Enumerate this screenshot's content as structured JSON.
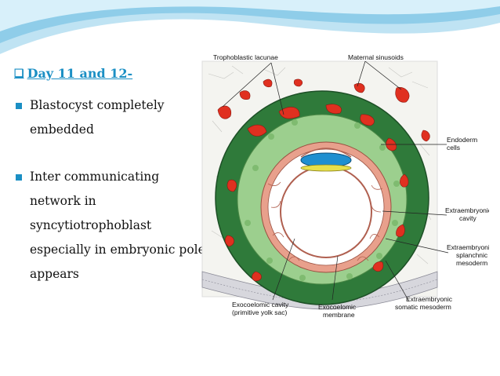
{
  "slide": {
    "heading_marker": "❑",
    "heading": "Day 11 and 12-",
    "bullets": [
      {
        "text": "Blastocyst completely embedded"
      },
      {
        "text": "Inter communicating network in syncytiotrophoblast especially in embryonic pole appears"
      }
    ]
  },
  "diagram": {
    "labels": {
      "trophoblastic_lacunae": "Trophoblastic lacunae",
      "maternal_sinusoids": "Maternal sinusoids",
      "endoderm_cells_1": "Endoderm",
      "endoderm_cells_2": "cells",
      "extraembryonic_cavity_1": "Extraembryonic",
      "extraembryonic_cavity_2": "cavity",
      "splanchnic_1": "Extraembryonic",
      "splanchnic_2": "splanchnic",
      "splanchnic_3": "mesoderm",
      "exocoelomic_cavity_1": "Exocoelomic cavity",
      "exocoelomic_cavity_2": "(primitive yolk sac)",
      "exocoelomic_membrane_1": "Exocoelomic",
      "exocoelomic_membrane_2": "membrane",
      "somatic_1": "Extraembryonic",
      "somatic_2": "somatic mesoderm"
    }
  },
  "colors": {
    "accent": "#1b8fc4",
    "trophoblast_green": "#2f7a3a",
    "light_green": "#9ccf8e",
    "sinusoid_red": "#e03020",
    "mesoderm_salmon": "#e8a08c",
    "epiblast_blue": "#1f8fd0",
    "hypoblast_yellow": "#e8e04a"
  }
}
